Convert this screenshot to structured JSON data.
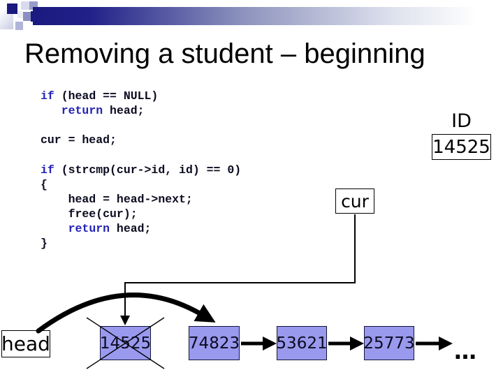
{
  "slide": {
    "title": "Removing a student – beginning",
    "ellipsis": "…"
  },
  "code": {
    "keywords": [
      "if",
      "return"
    ],
    "block1": [
      "if (head == NULL)",
      "   return head;",
      "",
      "cur = head;"
    ],
    "block2": [
      "if (strcmp(cur->id, id) == 0)",
      "{",
      "    head = head->next;",
      "    free(cur);",
      "    return head;",
      "}"
    ]
  },
  "labels": {
    "id_label": "ID",
    "id_value": "14525",
    "cur": "cur",
    "head": "head"
  },
  "diagram": {
    "nodes": [
      {
        "value": "14525",
        "removed": true
      },
      {
        "value": "74823",
        "removed": false
      },
      {
        "value": "53621",
        "removed": false
      },
      {
        "value": "25773",
        "removed": false
      }
    ]
  },
  "colors": {
    "accent_navy": "#1a1a80",
    "node_fill": "#9999ee",
    "keyword_blue": "#2323b5"
  }
}
